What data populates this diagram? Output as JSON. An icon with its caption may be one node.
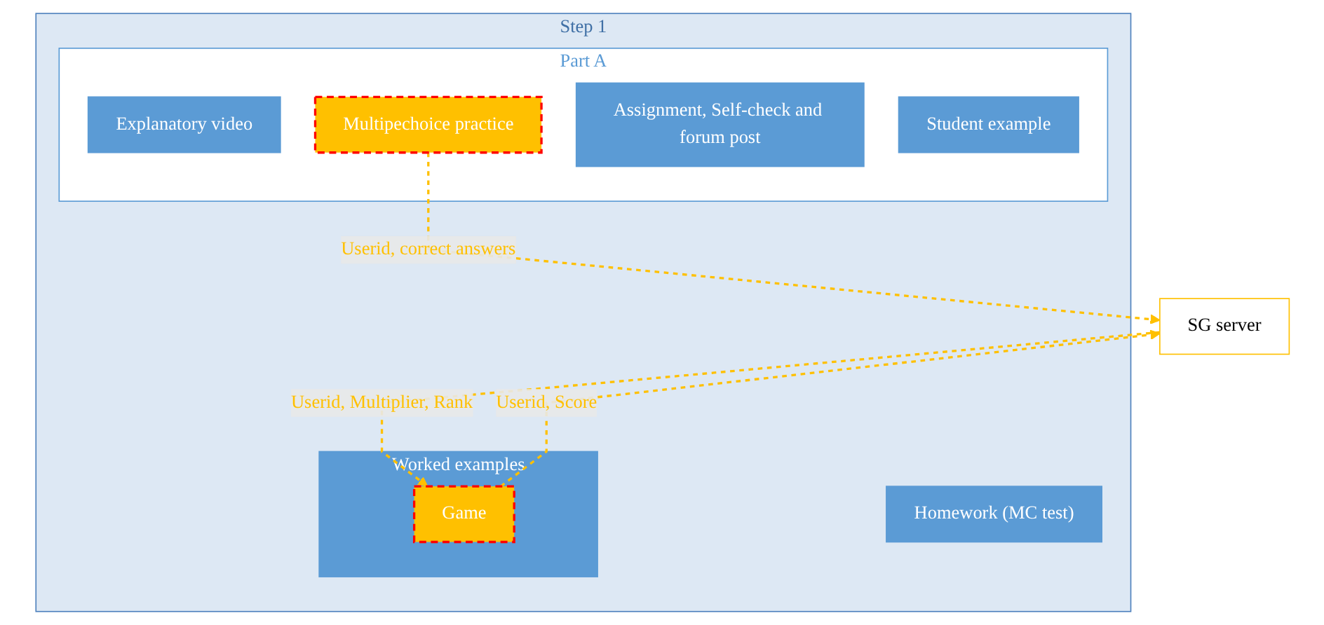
{
  "diagram": {
    "nodes": [
      {
        "text": [
          "Step 1"
        ]
      },
      {
        "text": [
          "Part A"
        ],
        "in": 0
      },
      {
        "text": [
          "Explanatory video"
        ],
        "in": 1
      },
      {
        "text": [
          "Multipechoice practice"
        ],
        "in": 1
      },
      {
        "text": [
          "Assignment, Self-check and forum post"
        ],
        "in": 1
      },
      {
        "text": [
          "Student example"
        ],
        "in": 1
      },
      {
        "text": [
          "Worked examples"
        ],
        "in": 0
      },
      {
        "text": [
          "Game"
        ],
        "in": 6
      },
      {
        "text": [
          "Homework (MC test)"
        ],
        "in": 0
      },
      {
        "text": [
          "SG server"
        ]
      }
    ],
    "edges": [
      {
        "from": 3,
        "to": 9,
        "arrow": "to",
        "label": "Userid, correct answers",
        "style": "dashed",
        "color": "#ffc000"
      },
      {
        "from": 9,
        "to": 7,
        "arrow": "to",
        "label": "Userid, Multiplier, Rank",
        "style": "dashed",
        "color": "#ffc000"
      },
      {
        "from": 7,
        "to": 9,
        "arrow": "to",
        "label": "Userid, Score",
        "style": "dashed",
        "color": "#ffc000"
      }
    ]
  }
}
